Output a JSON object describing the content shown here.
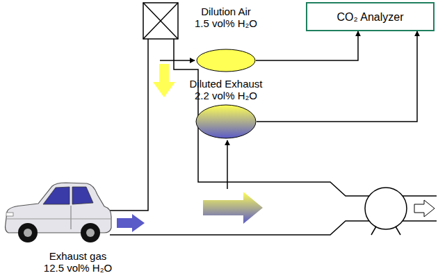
{
  "diagram": {
    "nodes": [
      {
        "text": [
          "CO₂ Analyzer"
        ]
      },
      {
        "text": [
          "Dilution Air 1.5 vol% H₂O"
        ]
      },
      {
        "text": [
          "Diluted Exhaust 2.2 vol% H₂O"
        ]
      }
    ],
    "edges": [
      {
        "from": 1,
        "to": 0,
        "arrow": "to"
      },
      {
        "from": 2,
        "to": 0,
        "arrow": "to"
      }
    ],
    "labels": [
      "Exhaust gas 12.5 vol% H₂O"
    ]
  }
}
